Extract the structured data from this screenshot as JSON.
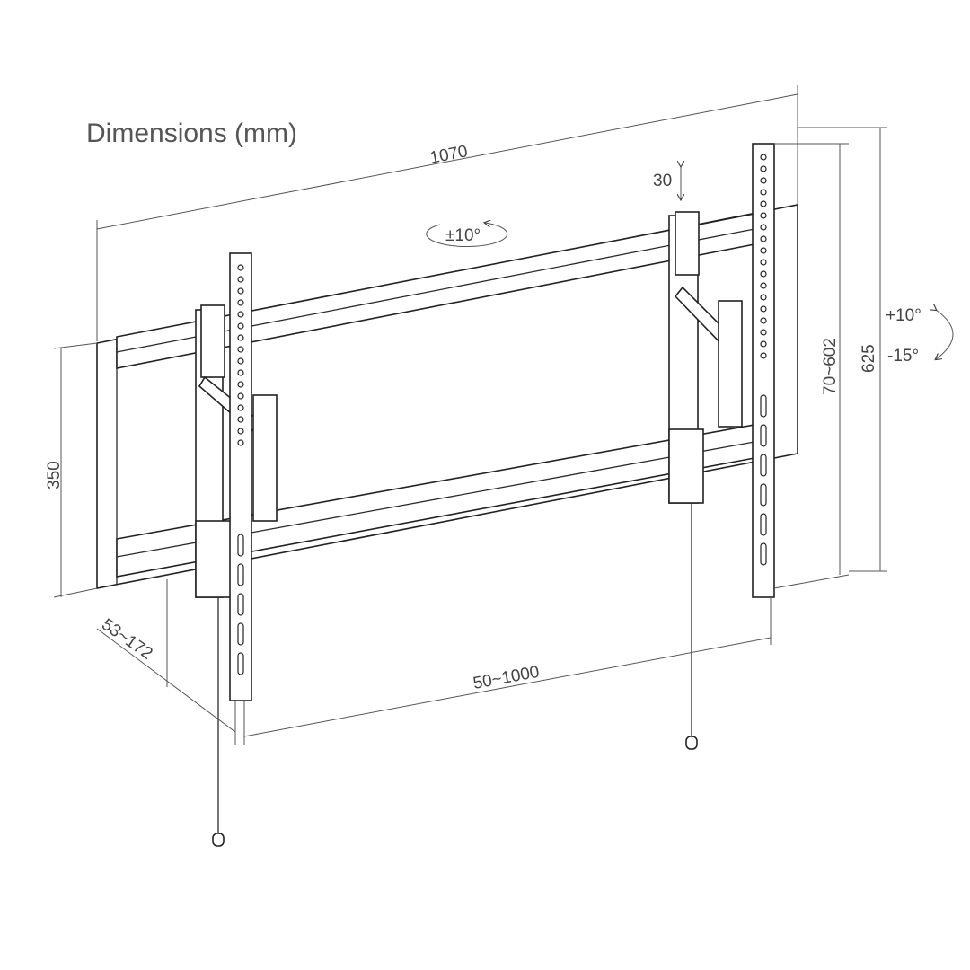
{
  "title": "Dimensions  (mm)",
  "dimensions": {
    "overall_width": "1070",
    "lift": "30",
    "rotation": "±10°",
    "tilt_up": "+10°",
    "tilt_down": "-15°",
    "vesa_height_range": "70~602",
    "arm_height": "625",
    "wall_plate_height": "350",
    "wall_distance": "53~172",
    "vesa_width_range": "50~1000"
  }
}
